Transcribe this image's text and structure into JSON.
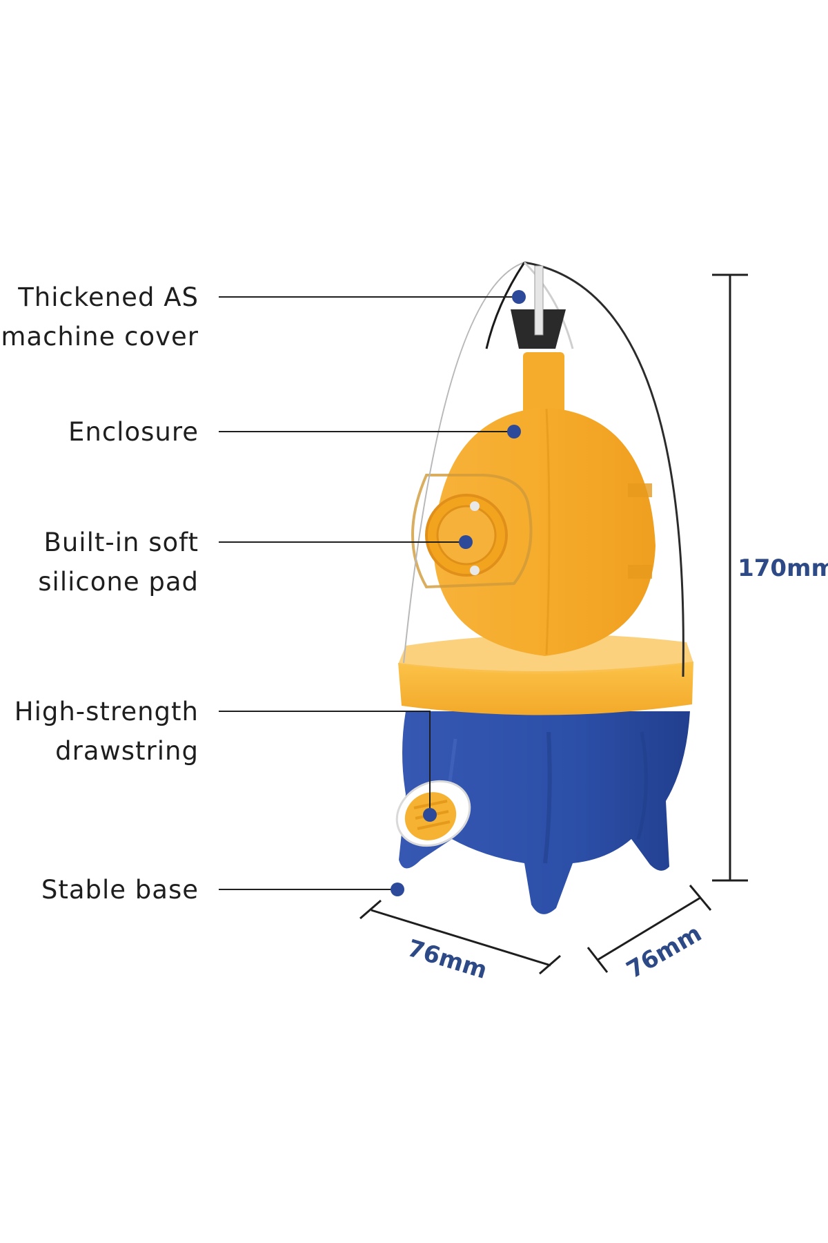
{
  "callouts": [
    {
      "id": "cover",
      "lines": [
        "Thickened AS",
        "machine cover"
      ]
    },
    {
      "id": "enclosure",
      "lines": [
        "Enclosure"
      ]
    },
    {
      "id": "pad",
      "lines": [
        "Built-in soft",
        "silicone pad"
      ]
    },
    {
      "id": "drawstring",
      "lines": [
        "High-strength",
        "drawstring"
      ]
    },
    {
      "id": "base",
      "lines": [
        "Stable base"
      ]
    }
  ],
  "dimensions": {
    "height": "170mm",
    "width": "76mm",
    "depth": "76mm"
  },
  "colors": {
    "dimension_text": "#2d4a86",
    "callout_dot": "#2d4a9a",
    "egg_yellow": "#f5ad2e",
    "band_yellow": "#f8b733",
    "base_blue": "#2c4fa8",
    "label_text": "#1e1e1e"
  }
}
